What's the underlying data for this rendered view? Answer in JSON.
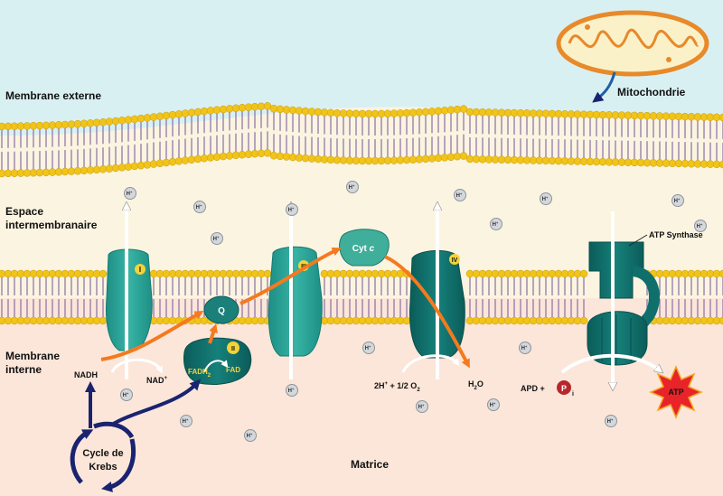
{
  "labels": {
    "outer_membrane": "Membrane externe",
    "intermembrane_space_1": "Espace",
    "intermembrane_space_2": "intermembranaire",
    "inner_membrane_1": "Membrane",
    "inner_membrane_2": "interne",
    "matrix": "Matrice",
    "mitochondria": "Mitochondrie"
  },
  "complexes": {
    "c1": "I",
    "c2": "II",
    "c3": "III",
    "c4": "IV",
    "q": "Q",
    "cyt": "Cyt",
    "cyt_italic": "c",
    "atp_synthase": "ATP Synthase"
  },
  "reactions": {
    "nadh": "NADH",
    "nad": "NAD",
    "nad_sup": "+",
    "fadh": "FADH",
    "fadh_sub": "2",
    "fad": "FAD",
    "water_in_1": "2H",
    "water_in_sup": "+",
    "water_in_2": " + 1/2 O",
    "water_in_sub": "2",
    "water_out_1": "H",
    "water_out_sub": "2",
    "water_out_2": "O",
    "adp": "APD +",
    "pi": "P",
    "pi_sub": "i",
    "atp": "ATP",
    "krebs_1": "Cycle de",
    "krebs_2": "Krebs"
  },
  "ions": {
    "h": "H",
    "h_sup": "+"
  },
  "colors": {
    "outer_space": "#d9f0f3",
    "intermembrane": "#fbf4e1",
    "matrix": "#fbe6d9",
    "lipid_head": "#f0c419",
    "lipid_tail": "#8a6fa3",
    "protein_light": "#2aa89a",
    "protein_dark": "#0f6f6b",
    "electron_path": "#f47a1f",
    "krebs_arrow": "#1a2370",
    "atp_star": "#e8232a"
  }
}
